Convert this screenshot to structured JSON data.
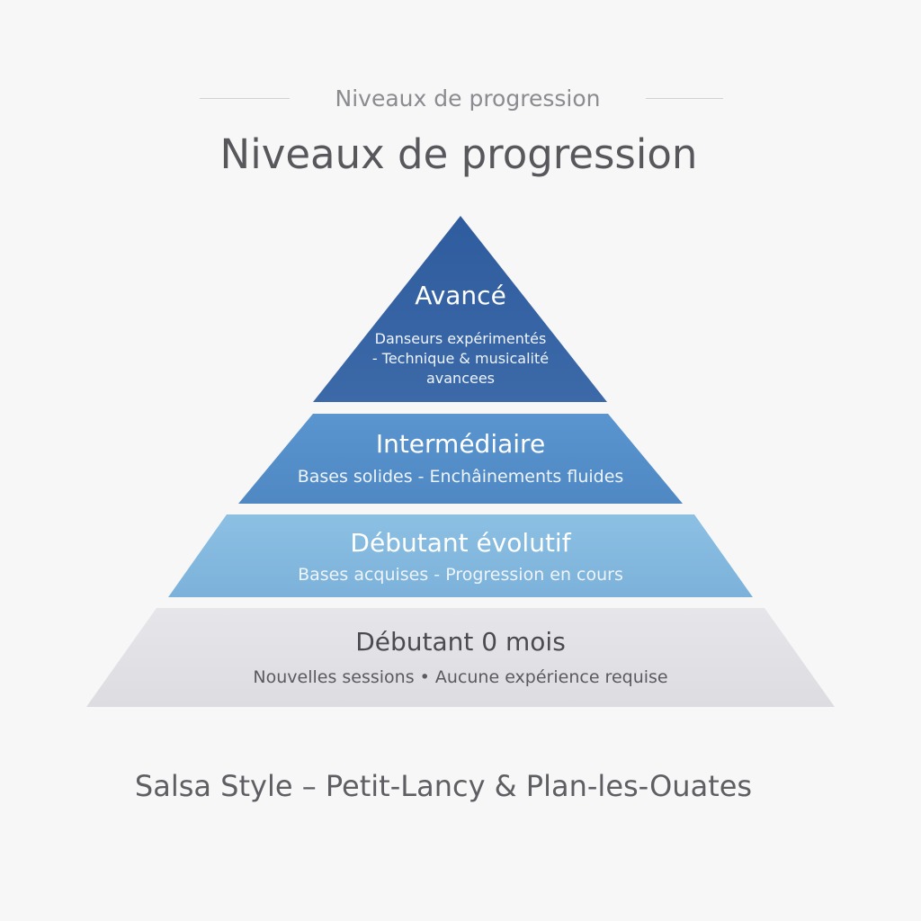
{
  "header": {
    "kicker": "Niveaux de progression",
    "title": "Niveaux de progression"
  },
  "pyramid": {
    "levels": [
      {
        "title": "Avancé",
        "description_lines": [
          "Danseurs expérimentés",
          "- Technique & musicalité",
          "avancees"
        ],
        "color": "#3b67a6"
      },
      {
        "title": "Intermédiaire",
        "description": "Bases solides - Enchâinements fluides",
        "color": "#5690cb"
      },
      {
        "title": "Débutant évolutif",
        "description": "Bases acquises - Progression en cours",
        "color": "#86bbe0"
      },
      {
        "title": "Débutant 0 mois",
        "description": "Nouvelles sessions • Aucune expérience requise",
        "color": "#e3e3e8"
      }
    ]
  },
  "footer": {
    "text": "Salsa Style – Petit-Lancy & Plan-les-Ouates"
  }
}
